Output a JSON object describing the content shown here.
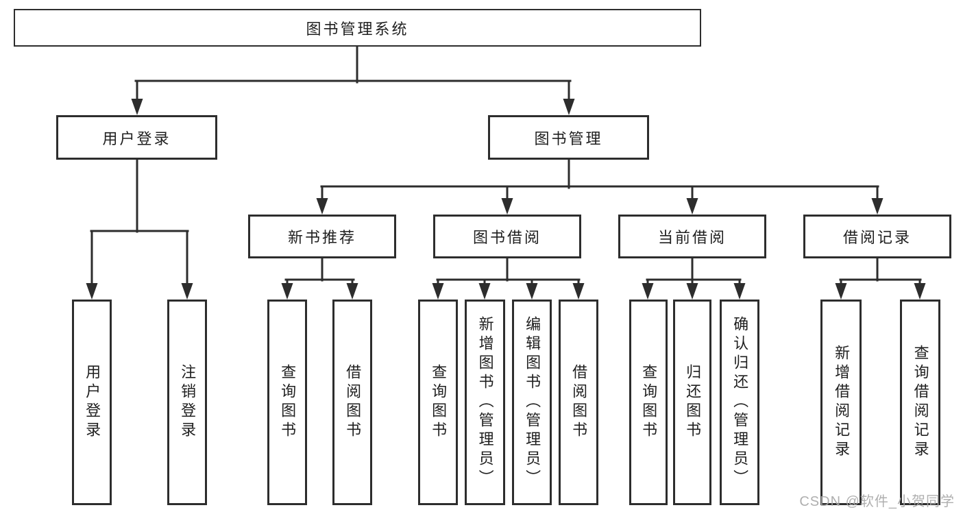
{
  "diagram": {
    "root": {
      "label": "图书管理系统"
    },
    "level2": [
      {
        "label": "用户登录"
      },
      {
        "label": "图书管理"
      }
    ],
    "level3": [
      {
        "label": "新书推荐"
      },
      {
        "label": "图书借阅"
      },
      {
        "label": "当前借阅"
      },
      {
        "label": "借阅记录"
      }
    ],
    "leaves": {
      "user_login": [
        {
          "label": "用户登录"
        },
        {
          "label": "注销登录"
        }
      ],
      "new_books": [
        {
          "label": "查询图书"
        },
        {
          "label": "借阅图书"
        }
      ],
      "book_borrow": [
        {
          "label": "查询图书"
        },
        {
          "label": "新增图书（管理员）"
        },
        {
          "label": "编辑图书（管理员）"
        },
        {
          "label": "借阅图书"
        }
      ],
      "current_borrow": [
        {
          "label": "查询图书"
        },
        {
          "label": "归还图书"
        },
        {
          "label": "确认归还（管理员）"
        }
      ],
      "borrow_records": [
        {
          "label": "新增借阅记录"
        },
        {
          "label": "查询借阅记录"
        }
      ]
    },
    "watermark": "CSDN @软件_小贺同学",
    "colors": {
      "line": "#2d2d2d",
      "text": "#1f1f1f",
      "watermark": "#a8a8a8",
      "background": "#ffffff"
    }
  }
}
